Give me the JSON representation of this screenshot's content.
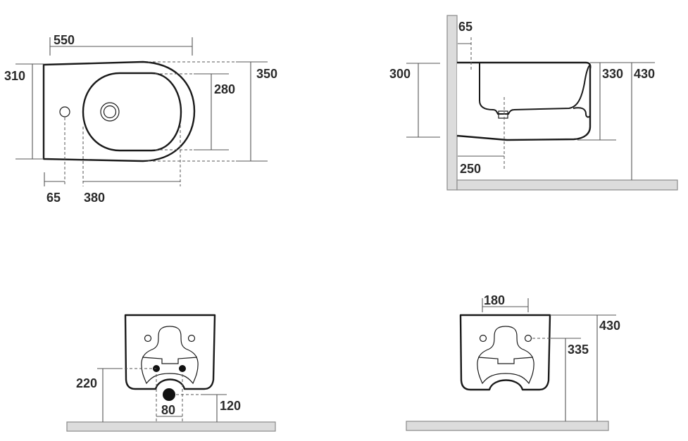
{
  "top_view": {
    "width_550": "550",
    "depth_310": "310",
    "depth_350": "350",
    "bowl_280": "280",
    "tap_65": "65",
    "bowl_380": "380"
  },
  "side_view": {
    "height_300": "300",
    "offset_65": "65",
    "drain_250": "250",
    "height_330": "330",
    "height_430": "430"
  },
  "rear_view_waste": {
    "inlet_220": "220",
    "waste_120": "120",
    "spacing_80": "80"
  },
  "rear_view_fixing": {
    "fixing_180": "180",
    "height_430": "430",
    "fixing_335": "335"
  },
  "colors": {
    "outline": "#1a1a1a",
    "dimension": "#555555",
    "ground": "#dcdcdc"
  }
}
